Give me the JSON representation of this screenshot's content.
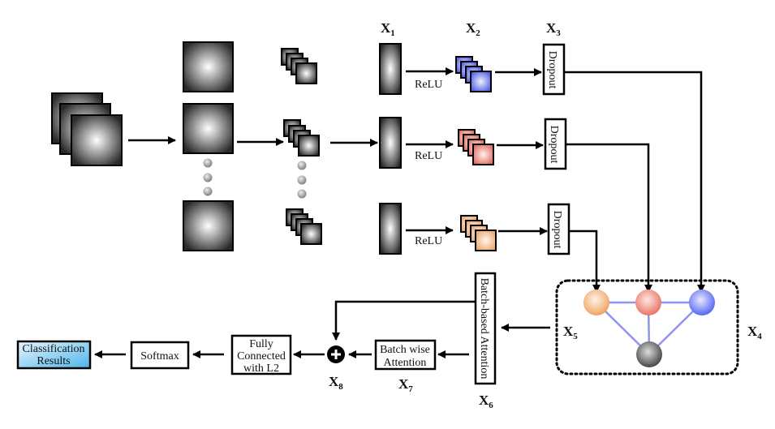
{
  "title": "Batch-based attention network architecture diagram",
  "variables": {
    "x1": {
      "main": "X",
      "sub": "1"
    },
    "x2": {
      "main": "X",
      "sub": "2"
    },
    "x3": {
      "main": "X",
      "sub": "3"
    },
    "x4": {
      "main": "X",
      "sub": "4"
    },
    "x5": {
      "main": "X",
      "sub": "5"
    },
    "x6": {
      "main": "X",
      "sub": "6"
    },
    "x7": {
      "main": "X",
      "sub": "7"
    },
    "x8": {
      "main": "X",
      "sub": "8"
    }
  },
  "branches": [
    {
      "activation": "ReLU",
      "dropout": "Dropout",
      "color": "#5a6cf0"
    },
    {
      "activation": "ReLU",
      "dropout": "Dropout",
      "color": "#ee7a6a"
    },
    {
      "activation": "ReLU",
      "dropout": "Dropout",
      "color": "#f2b27a"
    }
  ],
  "graph_node_colors": {
    "orange": "#f2b27a",
    "red": "#ee7a6a",
    "blue": "#5a6cf0",
    "gray": "#555555"
  },
  "blocks": {
    "batch_attention": "Batch-based Attention",
    "batch_wise_line1": "Batch wise",
    "batch_wise_line2": "Attention",
    "fc_line1": "Fully",
    "fc_line2": "Connected",
    "fc_line3": "with L2",
    "softmax": "Softmax",
    "result_line1": "Classification",
    "result_line2": "Results"
  },
  "colors": {
    "result_fill": "#6cc4ee",
    "edge": "#8c96ee"
  }
}
